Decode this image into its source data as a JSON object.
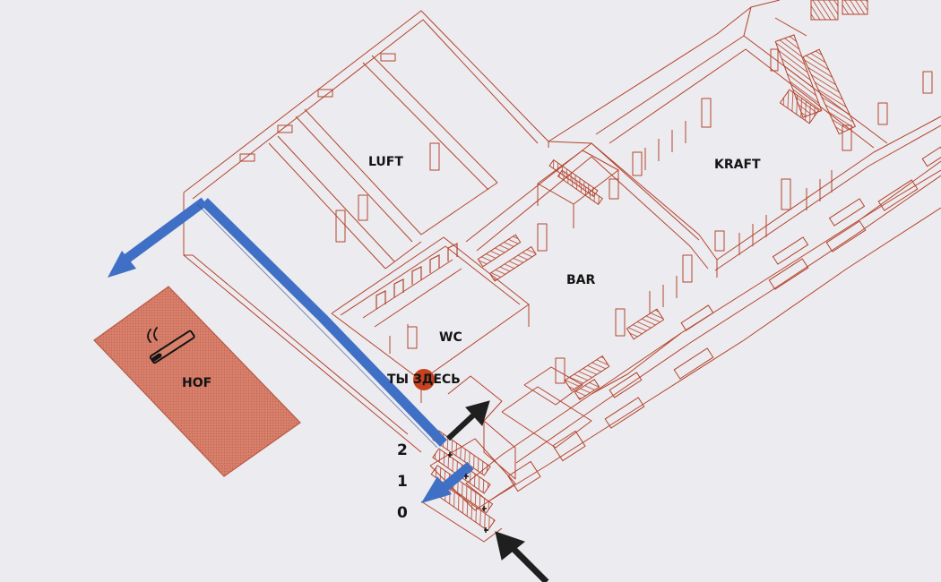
{
  "rooms": {
    "luft": "LUFT",
    "kraft": "KRAFT",
    "bar": "BAR",
    "wc": "WC",
    "hof": "HOF"
  },
  "you_are_here": "ТЫ ЗДЕСЬ",
  "floors": [
    "2",
    "1",
    "0"
  ],
  "icons": {
    "smoking_area": "cigarette-icon",
    "current_location": "location-dot-icon"
  },
  "colors": {
    "background": "#ecebef",
    "walls": "#b4442c",
    "hof_area": "#cf7a67",
    "route": "#3f70c6",
    "marker": "#c84220",
    "arrows": "#1f1f1f"
  }
}
